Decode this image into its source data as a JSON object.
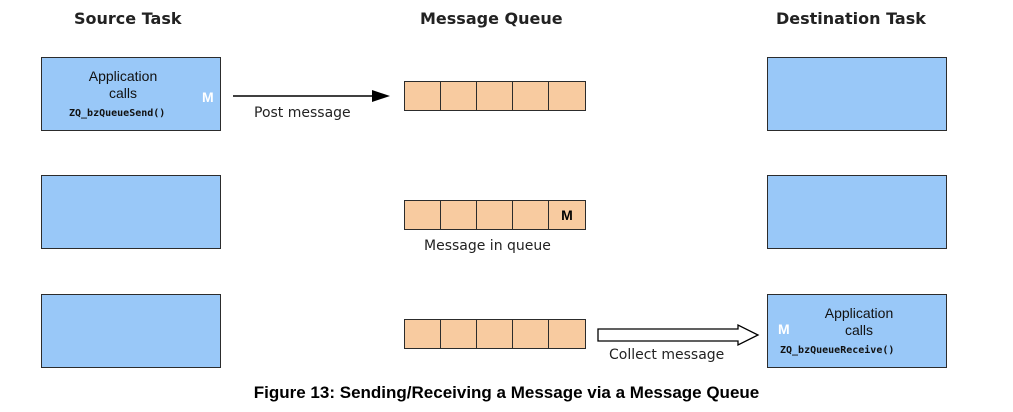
{
  "columns": {
    "source": "Source Task",
    "queue": "Message Queue",
    "destination": "Destination Task"
  },
  "row1": {
    "app_line1": "Application",
    "app_line2": "calls",
    "function": "ZQ_bzQueueSend()",
    "message_marker": "M",
    "arrow_label": "Post message"
  },
  "row2": {
    "queue_marker": "M",
    "queue_label": "Message in queue"
  },
  "row3": {
    "app_line1": "Application",
    "app_line2": "calls",
    "function": "ZQ_bzQueueReceive()",
    "message_marker": "M",
    "arrow_label": "Collect message"
  },
  "caption": "Figure 13: Sending/Receiving a Message via a Message Queue",
  "colors": {
    "task_fill": "#99c8f8",
    "queue_slot_fill": "#f8cba0",
    "outline": "#2c2c2c"
  }
}
